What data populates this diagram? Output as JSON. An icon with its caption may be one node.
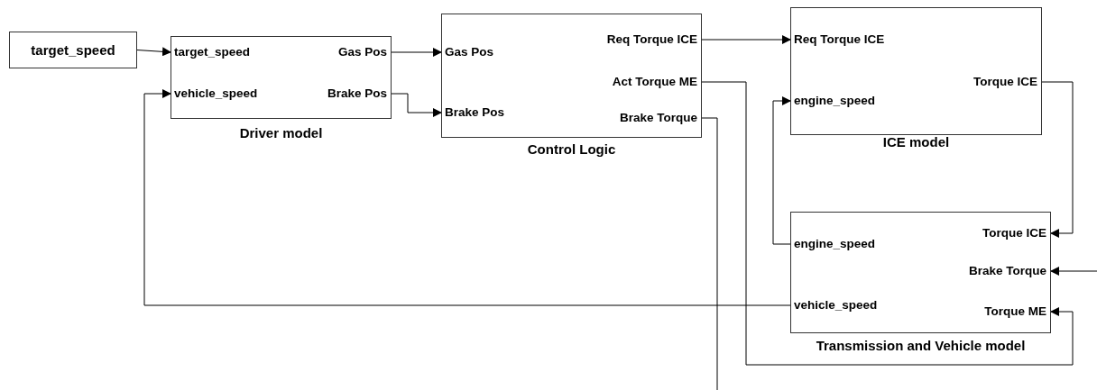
{
  "diagram": {
    "nodes": [
      {
        "text": [
          "target_speed"
        ]
      },
      {
        "text": [
          "Driver model"
        ]
      },
      {
        "text": [
          "target_speed"
        ],
        "in": 1
      },
      {
        "text": [
          "vehicle_speed"
        ],
        "in": 1
      },
      {
        "text": [
          "Gas Pos"
        ],
        "in": 1
      },
      {
        "text": [
          "Brake Pos"
        ],
        "in": 1
      },
      {
        "text": [
          "Control Logic"
        ]
      },
      {
        "text": [
          "Gas Pos"
        ],
        "in": 6
      },
      {
        "text": [
          "Brake Pos"
        ],
        "in": 6
      },
      {
        "text": [
          "Req Torque ICE"
        ],
        "in": 6
      },
      {
        "text": [
          "Act Torque ME"
        ],
        "in": 6
      },
      {
        "text": [
          "Brake Torque"
        ],
        "in": 6
      },
      {
        "text": [
          "ICE model"
        ]
      },
      {
        "text": [
          "Req Torque ICE"
        ],
        "in": 12
      },
      {
        "text": [
          "engine_speed"
        ],
        "in": 12
      },
      {
        "text": [
          "Torque ICE"
        ],
        "in": 12
      },
      {
        "text": [
          "Transmission and Vehicle model"
        ]
      },
      {
        "text": [
          "engine_speed"
        ],
        "in": 16
      },
      {
        "text": [
          "vehicle_speed"
        ],
        "in": 16
      },
      {
        "text": [
          "Torque ICE"
        ],
        "in": 16
      },
      {
        "text": [
          "Brake Torque"
        ],
        "in": 16
      },
      {
        "text": [
          "Torque ME"
        ],
        "in": 16
      }
    ],
    "edges": [
      {
        "from": 0,
        "to": 2,
        "arrow": "to"
      },
      {
        "from": 4,
        "to": 7,
        "arrow": "to"
      },
      {
        "from": 5,
        "to": 8,
        "arrow": "to"
      },
      {
        "from": 9,
        "to": 13,
        "arrow": "to"
      },
      {
        "from": 10,
        "to": 21,
        "arrow": "to"
      },
      {
        "from": 11,
        "to": null,
        "arrow": "none"
      },
      {
        "from": 15,
        "to": 19,
        "arrow": "to"
      },
      {
        "from": 17,
        "to": 14,
        "arrow": "to"
      },
      {
        "from": 18,
        "to": 3,
        "arrow": "to"
      },
      {
        "from": null,
        "to": 20,
        "arrow": "to"
      }
    ]
  }
}
